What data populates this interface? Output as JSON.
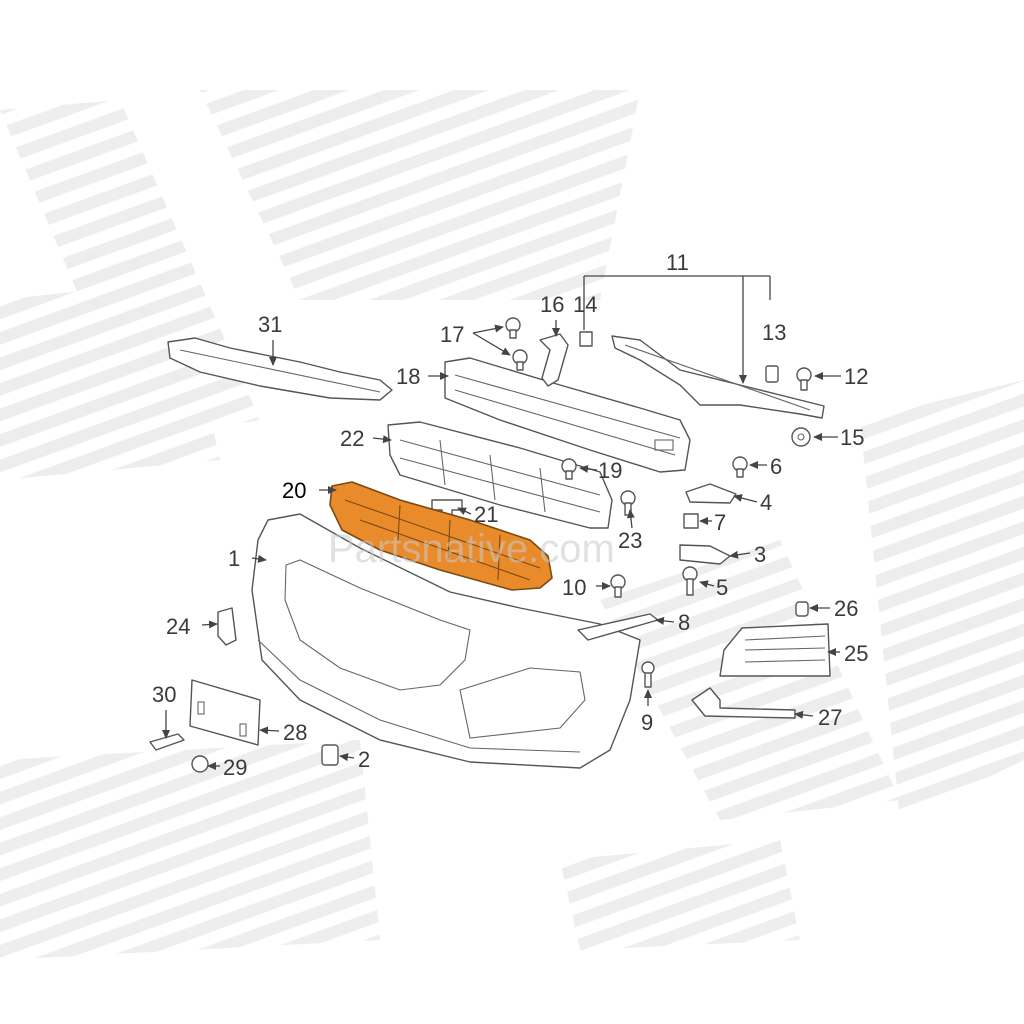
{
  "watermark_text": "Partsnative.com",
  "colors": {
    "highlight_part": "#e98b2a",
    "highlight_stroke": "#7a4a12",
    "line": "#555555",
    "watermark": "#e6e6e6"
  },
  "callouts": {
    "c1": "1",
    "c2": "2",
    "c3": "3",
    "c4": "4",
    "c5": "5",
    "c6": "6",
    "c7": "7",
    "c8": "8",
    "c9": "9",
    "c10": "10",
    "c11": "11",
    "c12": "12",
    "c13": "13",
    "c14": "14",
    "c15": "15",
    "c16": "16",
    "c17": "17",
    "c18": "18",
    "c19": "19",
    "c20": "20",
    "c21": "21",
    "c22": "22",
    "c23": "23",
    "c24": "24",
    "c25": "25",
    "c26": "26",
    "c27": "27",
    "c28": "28",
    "c29": "29",
    "c30": "30",
    "c31": "31"
  },
  "highlighted_callout": "20"
}
